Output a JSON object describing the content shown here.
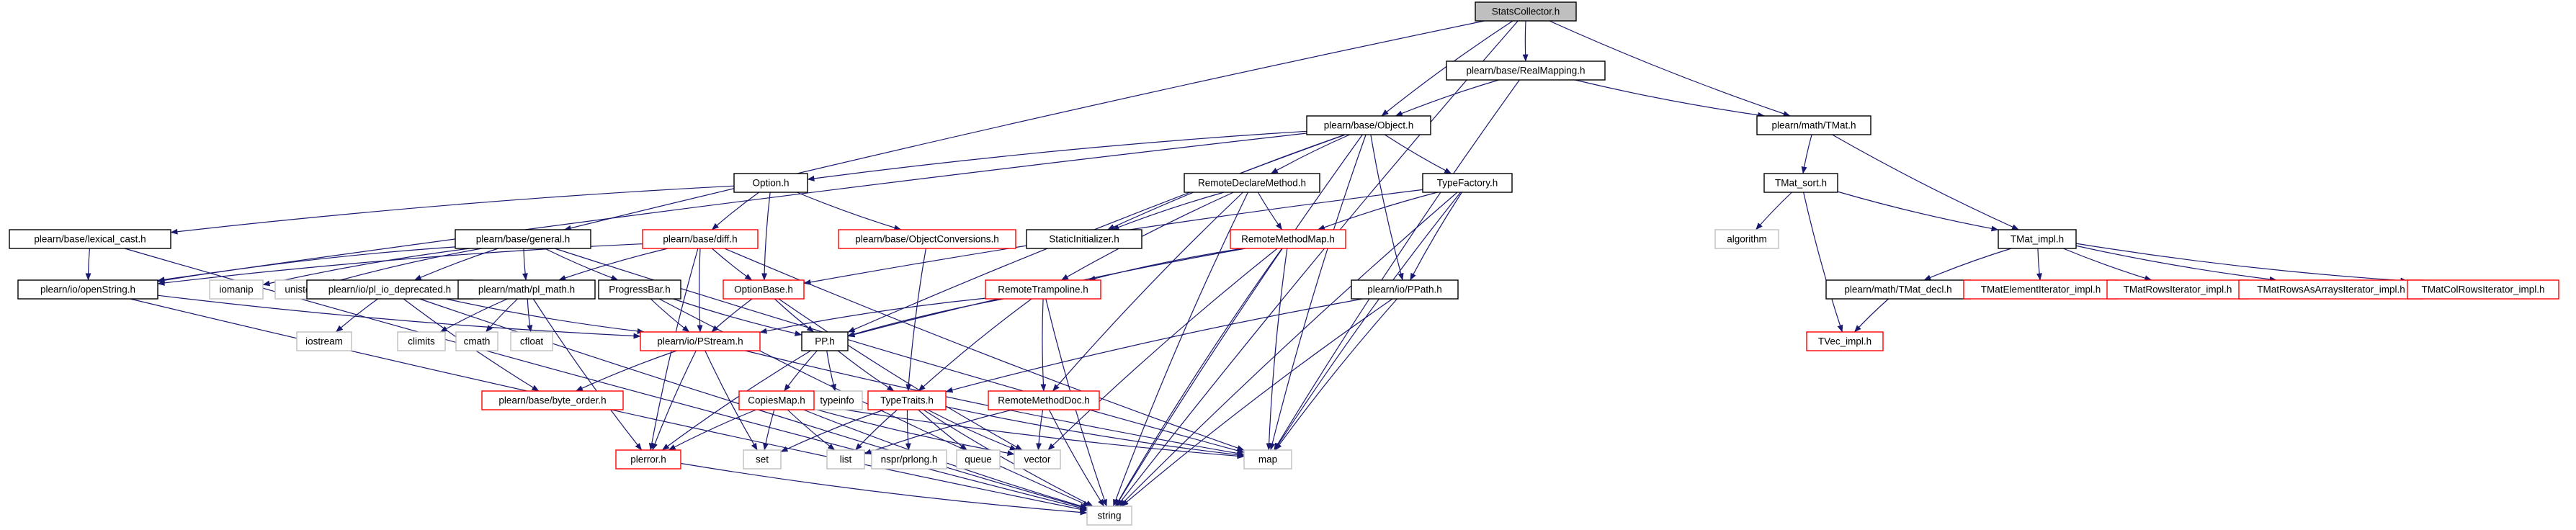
{
  "colors": {
    "background": "#ffffff",
    "root_fill": "#bfbfbf",
    "node_border_black": "#000000",
    "node_border_red": "#ff0000",
    "node_border_grey": "#bfbfbf",
    "edge": "#191970"
  },
  "nodes": [
    {
      "id": "statscollector",
      "label": "StatsCollector.h",
      "style": "root"
    },
    {
      "id": "realmapping",
      "label": "plearn/base/RealMapping.h",
      "style": "black"
    },
    {
      "id": "object",
      "label": "plearn/base/Object.h",
      "style": "black"
    },
    {
      "id": "tmat",
      "label": "plearn/math/TMat.h",
      "style": "black"
    },
    {
      "id": "option",
      "label": "Option.h",
      "style": "black"
    },
    {
      "id": "remotedeclare",
      "label": "RemoteDeclareMethod.h",
      "style": "black"
    },
    {
      "id": "typefactory",
      "label": "TypeFactory.h",
      "style": "black"
    },
    {
      "id": "tmatsort",
      "label": "TMat_sort.h",
      "style": "black"
    },
    {
      "id": "lexicalcast",
      "label": "plearn/base/lexical_cast.h",
      "style": "black"
    },
    {
      "id": "general",
      "label": "plearn/base/general.h",
      "style": "black"
    },
    {
      "id": "diff",
      "label": "plearn/base/diff.h",
      "style": "red"
    },
    {
      "id": "objconv",
      "label": "plearn/base/ObjectConversions.h",
      "style": "red"
    },
    {
      "id": "staticinit",
      "label": "StaticInitializer.h",
      "style": "black"
    },
    {
      "id": "remotemethodmap",
      "label": "RemoteMethodMap.h",
      "style": "red"
    },
    {
      "id": "algorithm",
      "label": "algorithm",
      "style": "grey"
    },
    {
      "id": "tmatimpl",
      "label": "TMat_impl.h",
      "style": "black"
    },
    {
      "id": "openstring",
      "label": "plearn/io/openString.h",
      "style": "black"
    },
    {
      "id": "iomanip",
      "label": "iomanip",
      "style": "grey"
    },
    {
      "id": "unistd",
      "label": "unistd.h",
      "style": "grey"
    },
    {
      "id": "pliodep",
      "label": "plearn/io/pl_io_deprecated.h",
      "style": "black"
    },
    {
      "id": "plmath",
      "label": "plearn/math/pl_math.h",
      "style": "black"
    },
    {
      "id": "progressbar",
      "label": "ProgressBar.h",
      "style": "black"
    },
    {
      "id": "optionbase",
      "label": "OptionBase.h",
      "style": "red"
    },
    {
      "id": "trampoline",
      "label": "RemoteTrampoline.h",
      "style": "red"
    },
    {
      "id": "pppath",
      "label": "plearn/io/PPath.h",
      "style": "black"
    },
    {
      "id": "tmatdecl",
      "label": "plearn/math/TMat_decl.h",
      "style": "black"
    },
    {
      "id": "elemiter",
      "label": "TMatElementIterator_impl.h",
      "style": "red"
    },
    {
      "id": "rowsiter",
      "label": "TMatRowsIterator_impl.h",
      "style": "red"
    },
    {
      "id": "rowsasarrays",
      "label": "TMatRowsAsArraysIterator_impl.h",
      "style": "red"
    },
    {
      "id": "colrowsiter",
      "label": "TMatColRowsIterator_impl.h",
      "style": "red"
    },
    {
      "id": "iostream",
      "label": "iostream",
      "style": "grey"
    },
    {
      "id": "climits",
      "label": "climits",
      "style": "grey"
    },
    {
      "id": "cmath",
      "label": "cmath",
      "style": "grey"
    },
    {
      "id": "cfloat",
      "label": "cfloat",
      "style": "grey"
    },
    {
      "id": "ppstream",
      "label": "plearn/io/PStream.h",
      "style": "red"
    },
    {
      "id": "pp",
      "label": "PP.h",
      "style": "black"
    },
    {
      "id": "tvecimpl",
      "label": "TVec_impl.h",
      "style": "red"
    },
    {
      "id": "byteorder",
      "label": "plearn/base/byte_order.h",
      "style": "red"
    },
    {
      "id": "typeinfo",
      "label": "typeinfo",
      "style": "grey"
    },
    {
      "id": "copiesmap",
      "label": "CopiesMap.h",
      "style": "red"
    },
    {
      "id": "typetraits",
      "label": "TypeTraits.h",
      "style": "red"
    },
    {
      "id": "remotemethoddoc",
      "label": "RemoteMethodDoc.h",
      "style": "red"
    },
    {
      "id": "map",
      "label": "map",
      "style": "grey"
    },
    {
      "id": "set",
      "label": "set",
      "style": "grey"
    },
    {
      "id": "list",
      "label": "list",
      "style": "grey"
    },
    {
      "id": "nsprlong",
      "label": "nspr/prlong.h",
      "style": "grey"
    },
    {
      "id": "queue",
      "label": "queue",
      "style": "grey"
    },
    {
      "id": "vector",
      "label": "vector",
      "style": "grey"
    },
    {
      "id": "plerror",
      "label": "plerror.h",
      "style": "red"
    },
    {
      "id": "string",
      "label": "string",
      "style": "grey"
    }
  ],
  "edges": [
    [
      "statscollector",
      "realmapping"
    ],
    [
      "statscollector",
      "object"
    ],
    [
      "statscollector",
      "tmat"
    ],
    [
      "statscollector",
      "general"
    ],
    [
      "statscollector",
      "string"
    ],
    [
      "realmapping",
      "object"
    ],
    [
      "realmapping",
      "tmat"
    ],
    [
      "realmapping",
      "map"
    ],
    [
      "object",
      "option"
    ],
    [
      "object",
      "remotedeclare"
    ],
    [
      "object",
      "typefactory"
    ],
    [
      "object",
      "staticinit"
    ],
    [
      "object",
      "pppath"
    ],
    [
      "object",
      "openstring"
    ],
    [
      "object",
      "pp"
    ],
    [
      "object",
      "map"
    ],
    [
      "object",
      "string"
    ],
    [
      "tmat",
      "tmatsort"
    ],
    [
      "tmat",
      "tmatimpl"
    ],
    [
      "tmatsort",
      "algorithm"
    ],
    [
      "tmatsort",
      "tmatimpl"
    ],
    [
      "tmatsort",
      "tvecimpl"
    ],
    [
      "tmatimpl",
      "tmatdecl"
    ],
    [
      "tmatimpl",
      "elemiter"
    ],
    [
      "tmatimpl",
      "rowsiter"
    ],
    [
      "tmatimpl",
      "rowsasarrays"
    ],
    [
      "tmatimpl",
      "colrowsiter"
    ],
    [
      "tmatdecl",
      "tvecimpl"
    ],
    [
      "option",
      "lexicalcast"
    ],
    [
      "option",
      "diff"
    ],
    [
      "option",
      "objconv"
    ],
    [
      "option",
      "optionbase"
    ],
    [
      "remotedeclare",
      "staticinit"
    ],
    [
      "remotedeclare",
      "remotemethodmap"
    ],
    [
      "remotedeclare",
      "trampoline"
    ],
    [
      "remotedeclare",
      "remotemethoddoc"
    ],
    [
      "remotedeclare",
      "string"
    ],
    [
      "typefactory",
      "remotemethodmap"
    ],
    [
      "typefactory",
      "pppath"
    ],
    [
      "typefactory",
      "optionbase"
    ],
    [
      "typefactory",
      "map"
    ],
    [
      "typefactory",
      "string"
    ],
    [
      "remotemethodmap",
      "trampoline"
    ],
    [
      "remotemethodmap",
      "pp"
    ],
    [
      "remotemethodmap",
      "map"
    ],
    [
      "remotemethodmap",
      "vector"
    ],
    [
      "remotemethodmap",
      "string"
    ],
    [
      "lexicalcast",
      "openstring"
    ],
    [
      "lexicalcast",
      "string"
    ],
    [
      "general",
      "openstring"
    ],
    [
      "general",
      "iomanip"
    ],
    [
      "general",
      "unistd"
    ],
    [
      "general",
      "pliodep"
    ],
    [
      "general",
      "plmath"
    ],
    [
      "general",
      "progressbar"
    ],
    [
      "general",
      "map"
    ],
    [
      "diff",
      "openstring"
    ],
    [
      "diff",
      "plmath"
    ],
    [
      "diff",
      "optionbase"
    ],
    [
      "diff",
      "ppstream"
    ],
    [
      "diff",
      "plerror"
    ],
    [
      "diff",
      "map"
    ],
    [
      "objconv",
      "typetraits"
    ],
    [
      "openstring",
      "ppstream"
    ],
    [
      "openstring",
      "string"
    ],
    [
      "pliodep",
      "iostream"
    ],
    [
      "pliodep",
      "ppstream"
    ],
    [
      "pliodep",
      "byteorder"
    ],
    [
      "pliodep",
      "string"
    ],
    [
      "plmath",
      "climits"
    ],
    [
      "plmath",
      "cmath"
    ],
    [
      "plmath",
      "cfloat"
    ],
    [
      "plmath",
      "plerror"
    ],
    [
      "progressbar",
      "ppstream"
    ],
    [
      "progressbar",
      "pp"
    ],
    [
      "progressbar",
      "string"
    ],
    [
      "optionbase",
      "ppstream"
    ],
    [
      "optionbase",
      "pp"
    ],
    [
      "optionbase",
      "vector"
    ],
    [
      "trampoline",
      "ppstream"
    ],
    [
      "trampoline",
      "pp"
    ],
    [
      "trampoline",
      "typetraits"
    ],
    [
      "trampoline",
      "remotemethoddoc"
    ],
    [
      "trampoline",
      "string"
    ],
    [
      "pppath",
      "typetraits"
    ],
    [
      "pppath",
      "map"
    ],
    [
      "pppath",
      "string"
    ],
    [
      "ppstream",
      "byteorder"
    ],
    [
      "ppstream",
      "plerror"
    ],
    [
      "ppstream",
      "set"
    ],
    [
      "ppstream",
      "map"
    ],
    [
      "pp",
      "copiesmap"
    ],
    [
      "pp",
      "typeinfo"
    ],
    [
      "pp",
      "typetraits"
    ],
    [
      "pp",
      "plerror"
    ],
    [
      "copiesmap",
      "plerror"
    ],
    [
      "copiesmap",
      "set"
    ],
    [
      "copiesmap",
      "list"
    ],
    [
      "copiesmap",
      "vector"
    ],
    [
      "copiesmap",
      "map"
    ],
    [
      "copiesmap",
      "string"
    ],
    [
      "typetraits",
      "set"
    ],
    [
      "typetraits",
      "list"
    ],
    [
      "typetraits",
      "nsprlong"
    ],
    [
      "typetraits",
      "queue"
    ],
    [
      "typetraits",
      "vector"
    ],
    [
      "typetraits",
      "map"
    ],
    [
      "typetraits",
      "string"
    ],
    [
      "remotemethoddoc",
      "list"
    ],
    [
      "remotemethoddoc",
      "vector"
    ],
    [
      "remotemethoddoc",
      "string"
    ],
    [
      "plerror",
      "string"
    ]
  ]
}
